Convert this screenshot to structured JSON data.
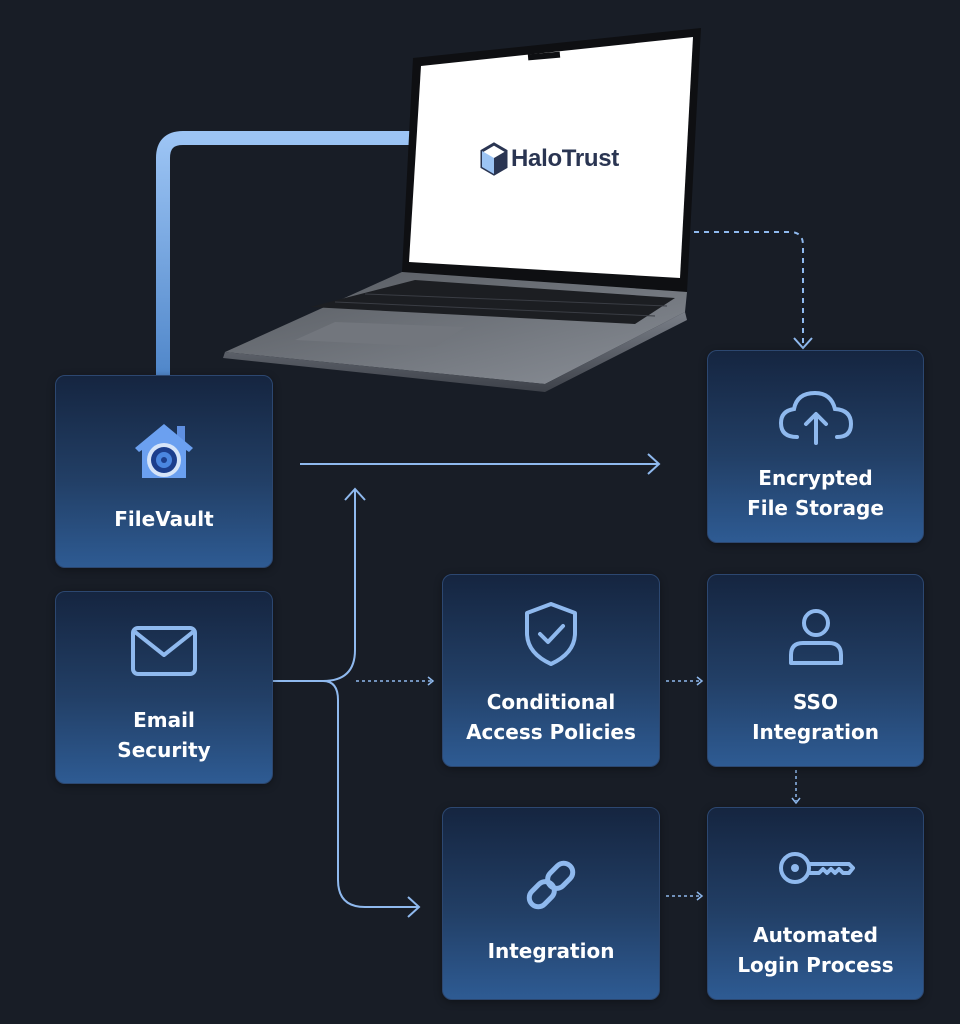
{
  "brand": {
    "name": "HaloTrust",
    "logo_icon": "halotrust-cube-logo"
  },
  "cards": {
    "filevault": {
      "icon": "vault-house-icon",
      "lines": [
        "FileVault"
      ]
    },
    "email_security": {
      "icon": "envelope-icon",
      "lines": [
        "Email",
        "Security"
      ]
    },
    "encrypted_storage": {
      "icon": "cloud-upload-icon",
      "lines": [
        "Encrypted",
        "File Storage"
      ]
    },
    "conditional_access": {
      "icon": "shield-check-icon",
      "lines": [
        "Conditional",
        "Access Policies"
      ]
    },
    "sso": {
      "icon": "user-icon",
      "lines": [
        "SSO",
        "Integration"
      ]
    },
    "integration": {
      "icon": "link-icon",
      "lines": [
        "Integration"
      ]
    },
    "automated_login": {
      "icon": "key-icon",
      "lines": [
        "Automated",
        "Login Process"
      ]
    }
  },
  "colors": {
    "background": "#181d26",
    "card_top": "#152540",
    "card_bottom": "#2e5b93",
    "accent": "#8fb9ee",
    "icon_fill": "#8fb9ee"
  }
}
